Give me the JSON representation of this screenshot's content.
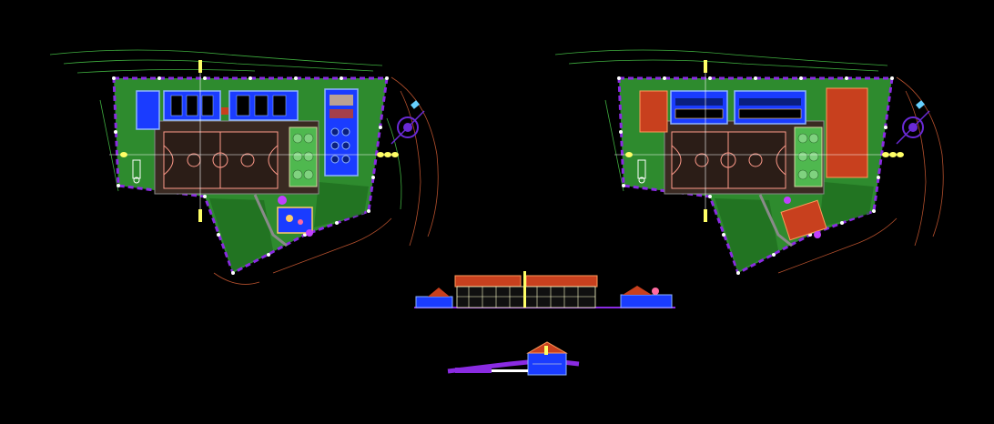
{
  "drawing": {
    "background": "#000000",
    "colors": {
      "terrain": "#2e8b2e",
      "terrain_dark": "#1f6e1f",
      "boundary": "#8a2be2",
      "boundary_node": "#ffffff",
      "building_blue": "#1a3cff",
      "building_outline": "#8fb4ff",
      "court_dark": "#3a2a22",
      "court_lines": "#ff9a8a",
      "roof_red": "#c8401e",
      "axis_yellow": "#ffff66",
      "contour_brown": "#b5502d",
      "contour_green": "#3fae3f",
      "north_purple": "#6a2ad6",
      "section_pink": "#ff6aa0",
      "gray_path": "#8a8a8a"
    },
    "views": [
      {
        "id": "site-plan-left",
        "kind": "site-plan"
      },
      {
        "id": "site-plan-right",
        "kind": "roof-plan"
      },
      {
        "id": "front-elevation",
        "kind": "elevation"
      },
      {
        "id": "cross-section",
        "kind": "section"
      }
    ]
  }
}
